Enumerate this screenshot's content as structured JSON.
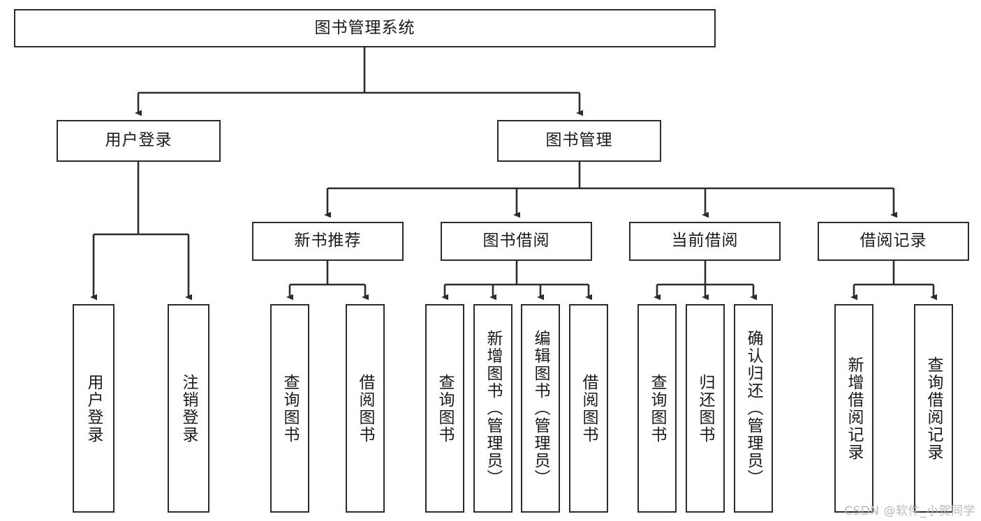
{
  "diagram": {
    "title": "图书管理系统",
    "type": "tree-hierarchy-diagram",
    "colors": {
      "box_border": "#2b2b2b",
      "box_fill": "#ffffff",
      "edge": "#2b2b2b",
      "text": "#1a1a1a",
      "watermark": "#b9b9b9",
      "background": "#ffffff"
    }
  },
  "root": {
    "label": "图书管理系统"
  },
  "level2": [
    {
      "label": "用户登录"
    },
    {
      "label": "图书管理"
    }
  ],
  "level3": [
    {
      "label": "新书推荐"
    },
    {
      "label": "图书借阅"
    },
    {
      "label": "当前借阅"
    },
    {
      "label": "借阅记录"
    }
  ],
  "leaves": {
    "user_login": [
      {
        "label": "用户登录"
      },
      {
        "label": "注销登录"
      }
    ],
    "new_book_recommend": [
      {
        "label": "查询图书"
      },
      {
        "label": "借阅图书"
      }
    ],
    "book_borrow": [
      {
        "label": "查询图书"
      },
      {
        "label": "新增图书（管理员）"
      },
      {
        "label": "编辑图书（管理员）"
      },
      {
        "label": "借阅图书"
      }
    ],
    "current_borrow": [
      {
        "label": "查询图书"
      },
      {
        "label": "归还图书"
      },
      {
        "label": "确认归还（管理员）"
      }
    ],
    "borrow_record": [
      {
        "label": "新增借阅记录"
      },
      {
        "label": "查询借阅记录"
      }
    ]
  },
  "watermark": {
    "text": "CSDN @软件_小贺同学"
  }
}
